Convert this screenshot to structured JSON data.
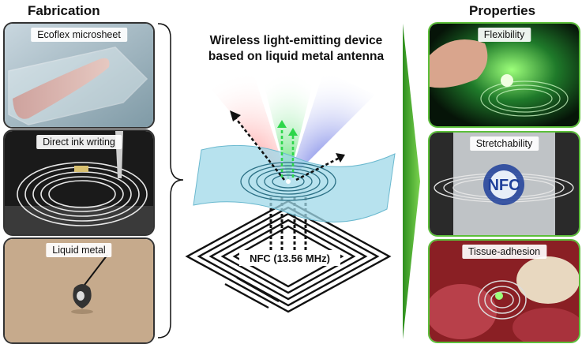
{
  "fabrication": {
    "heading": "Fabrication",
    "panels": [
      {
        "label": "Ecoflex microsheet"
      },
      {
        "label": "Direct ink writing"
      },
      {
        "label": "Liquid metal"
      }
    ]
  },
  "properties": {
    "heading": "Properties",
    "panels": [
      {
        "label": "Flexibility"
      },
      {
        "label": "Stretchability"
      },
      {
        "label": "Tissue-adhesion"
      }
    ],
    "nfc_tag_text": "NFC"
  },
  "center": {
    "title_line1": "Wireless light-emitting device",
    "title_line2": "based on liquid metal antenna",
    "reader_label": "NFC (13.56 MHz)"
  },
  "colors": {
    "accent_green": "#5cbf3a",
    "red_light": "#ff3b3b",
    "green_light": "#2dd64a",
    "blue_light": "#2a3cd8",
    "sheet": "#9fd8e8"
  }
}
